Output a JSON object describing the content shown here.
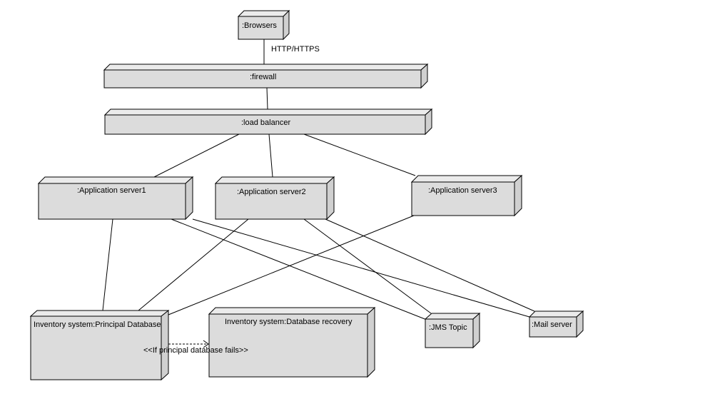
{
  "nodes": {
    "browsers": {
      "label": ":Browsers"
    },
    "firewall": {
      "label": ":firewall"
    },
    "load_balancer": {
      "label": ":load balancer"
    },
    "app_server1": {
      "label": ":Application server1"
    },
    "app_server2": {
      "label": ":Application server2"
    },
    "app_server3": {
      "label": ":Application server3"
    },
    "principal_db": {
      "label": "Inventory system:Principal Database"
    },
    "recovery_db": {
      "label": "Inventory system:Database recovery"
    },
    "jms_topic": {
      "label": ":JMS Topic"
    },
    "mail_server": {
      "label": ":Mail server"
    }
  },
  "connections": {
    "browsers_firewall": {
      "label": "HTTP/HTTPS"
    },
    "failover": {
      "label": "<<If principal database fails>>"
    }
  }
}
